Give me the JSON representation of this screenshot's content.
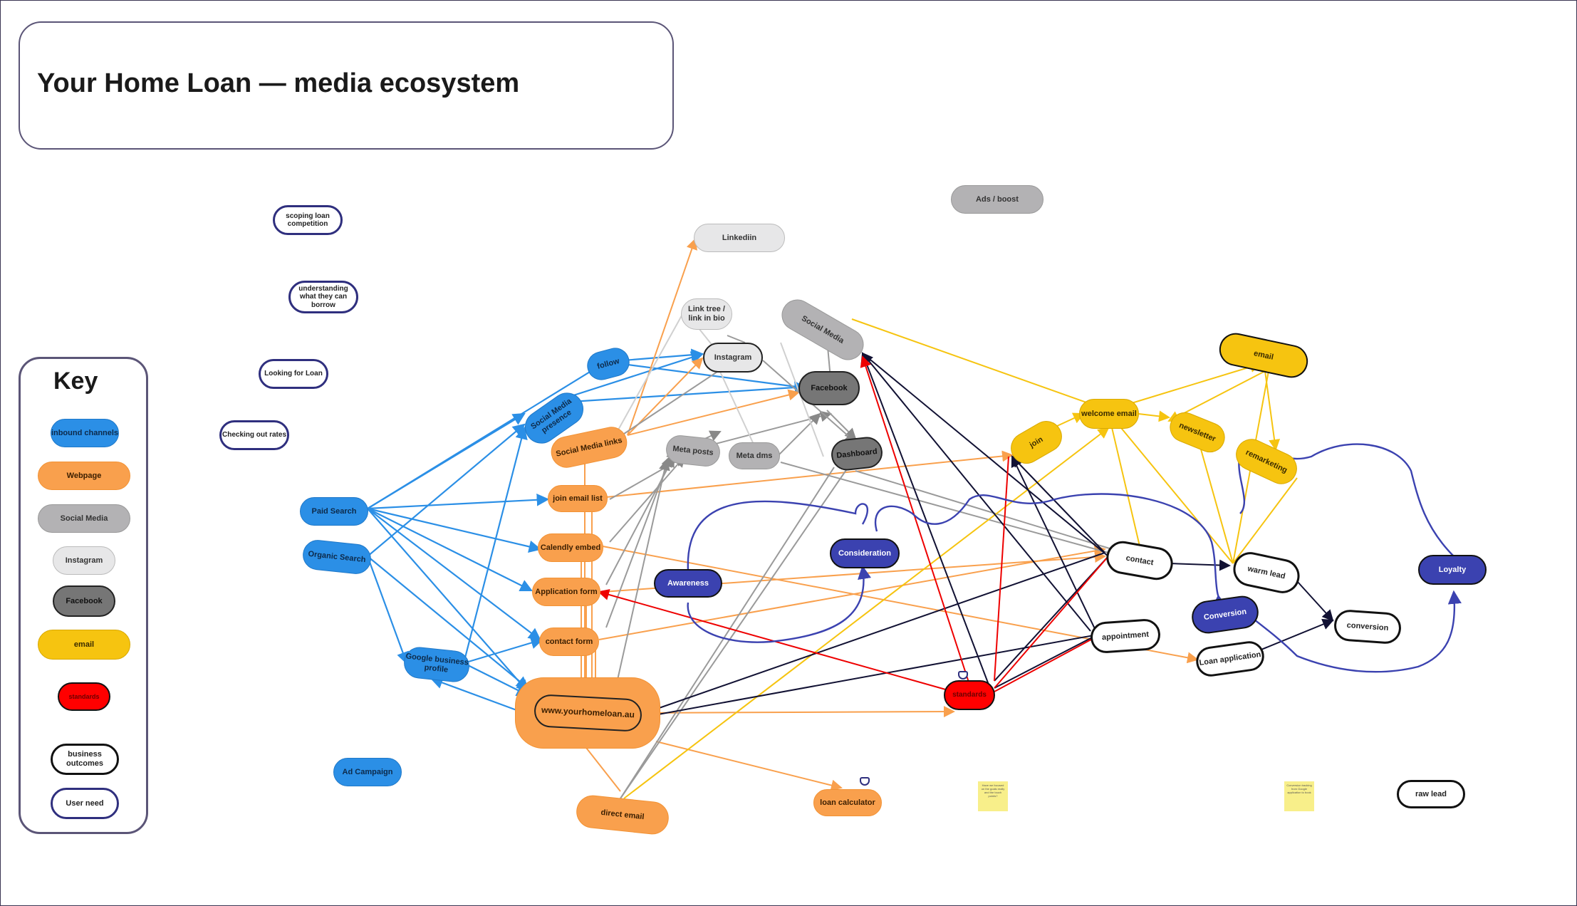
{
  "title": "Your Home Loan — media ecosystem",
  "key": {
    "heading": "Key",
    "items": {
      "inbound": "inbound channels",
      "webpage": "Webpage",
      "social": "Social Media",
      "instagram": "Instagram",
      "facebook": "Facebook",
      "email": "email",
      "standards": "standards",
      "outcomes": "business outcomes",
      "need": "User need"
    }
  },
  "user_needs": [
    "scoping loan competition",
    "understanding what they can borrow",
    "Looking for Loan",
    "Checking out rates"
  ],
  "inbound": {
    "paid_search": "Paid Search",
    "organic_search": "Organic Search",
    "google_business": "Google business profile",
    "ad_campaign": "Ad Campaign",
    "social_presence": "Social Media presence",
    "follow": "follow"
  },
  "webpage": {
    "social_links": "Social Media links",
    "join_email": "join email list",
    "calendly": "Calendly embed",
    "application": "Application form",
    "contact_form": "contact form",
    "site": "www.yourhomeloan.au",
    "direct_email": "direct email",
    "loan_calc": "loan calculator",
    "linkedin": "Linkediin"
  },
  "social": {
    "linktree": "Link tree / link in bio",
    "instagram": "Instagram",
    "social_media": "Social Media",
    "facebook": "Facebook",
    "meta_posts": "Meta posts",
    "meta_dms": "Meta dms",
    "dashboard": "Dashboard",
    "ads_boost": "Ads / boost"
  },
  "email": {
    "email": "email",
    "welcome": "welcome email",
    "join": "join",
    "newsletter": "newsletter",
    "remarketing": "remarketing"
  },
  "stages": {
    "awareness": "Awareness",
    "consideration": "Consideration",
    "conversion": "Conversion",
    "loyalty": "Loyalty"
  },
  "outcomes": {
    "contact": "contact",
    "appointment": "appointment",
    "warm_lead": "warm lead",
    "conversion": "conversion",
    "loan_application": "Loan application",
    "raw_lead": "raw lead"
  },
  "standards_node": "standards",
  "stickies": [
    "Have we focused on the goals really and the touch points?",
    "Conversion tracking from Google application to book"
  ],
  "colors": {
    "inbound": "#2b8fe6",
    "webpage": "#f9a04d",
    "social": "#b3b2b4",
    "instagram": "#e7e7e8",
    "facebook": "#767676",
    "email": "#f6c410",
    "standards": "#ff0000",
    "stage": "#3b42b0",
    "journey_line": "#3b42b0"
  }
}
